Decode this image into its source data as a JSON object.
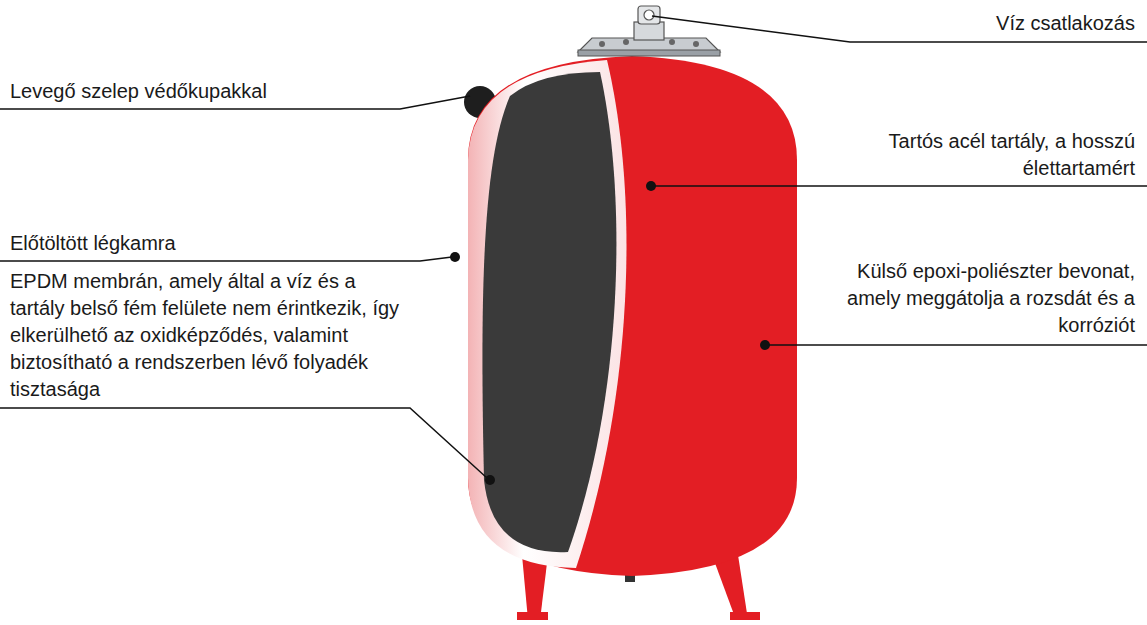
{
  "diagram": {
    "labels": [
      "Víz csatlakozás",
      "Levegő szelep védőkupakkal",
      "Előtöltött légkamra",
      "EPDM membrán, amely által a víz és a tartály belső fém felülete nem érintkezik, így elkerülhető az oxidképződés, valamint biztosítható a rendszerben lévő folyadék tisztasága",
      "Tartós acél tartály, a hosszú élettartamért",
      "Külső epoxi-poliészter bevonat, amely meggátolja a rozsdát és a korróziót"
    ]
  }
}
